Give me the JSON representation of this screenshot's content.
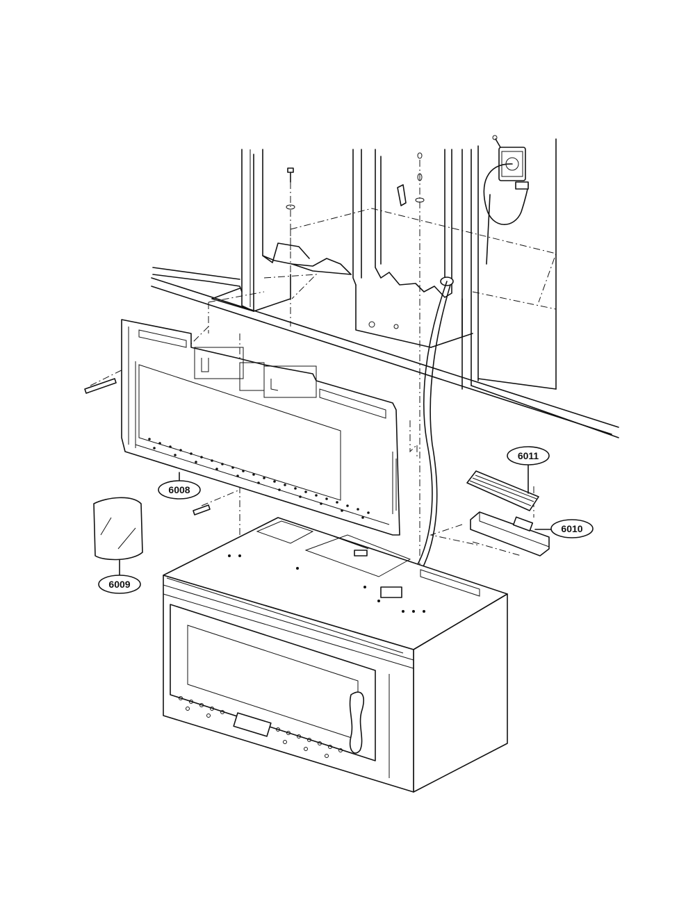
{
  "callouts": {
    "c6008": "6008",
    "c6009": "6009",
    "c6010": "6010",
    "c6011": "6011"
  }
}
